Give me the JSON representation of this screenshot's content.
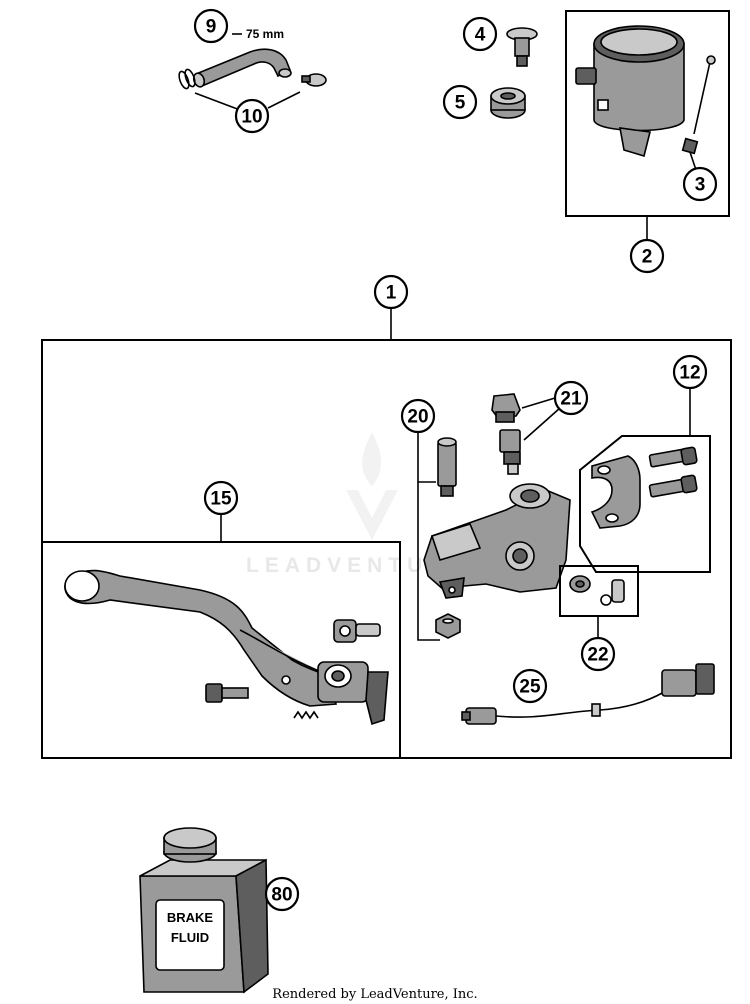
{
  "callouts": {
    "c1": "1",
    "c2": "2",
    "c3": "3",
    "c4": "4",
    "c5": "5",
    "c9": "9",
    "c10": "10",
    "c12": "12",
    "c15": "15",
    "c20": "20",
    "c21": "21",
    "c22": "22",
    "c25": "25",
    "c80": "80"
  },
  "hose_dimension": "75 mm",
  "can_label_line1": "BRAKE",
  "can_label_line2": "FLUID",
  "watermark": "LEADVENTURE",
  "footer": "Rendered by LeadVenture, Inc."
}
